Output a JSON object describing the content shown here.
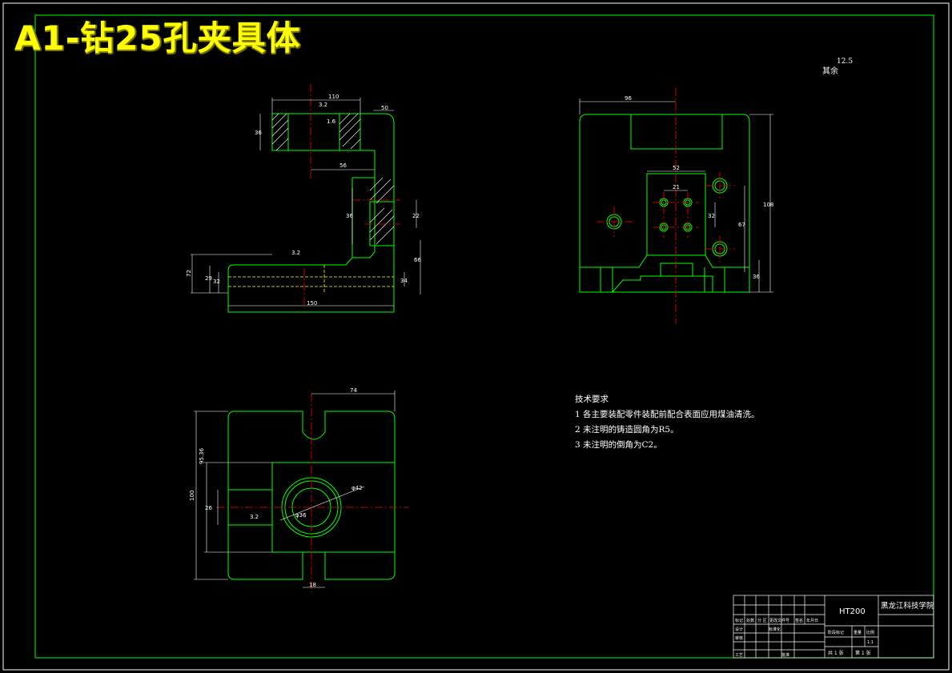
{
  "title": "A1-钻25孔夹具体",
  "roughness": {
    "label": "其余",
    "value": "12.5"
  },
  "tech_requirements": {
    "heading": "技术要求",
    "items": [
      "1 各主要装配零件装配前配合表面应用煤油清洗。",
      "2 未注明的铸造圆角为R5。",
      "3 未注明的倒角为C2。"
    ]
  },
  "dimensions": {
    "front": {
      "top_width": "110",
      "top_right": "50",
      "mid_width": "56",
      "bottom_width": "150",
      "left_h": "72",
      "right_h": "66",
      "small_a": "29",
      "small_b": "32",
      "small_c": "34",
      "hole_l": "36",
      "hole_r": "22",
      "rough_a": "3.2",
      "rough_b": "1.6",
      "rough_c": "3.2"
    },
    "side": {
      "top_width": "96",
      "inner_width": "52",
      "hole_spacing": "21",
      "right_h1": "32",
      "right_h2": "67",
      "total_h": "108",
      "bottom_h": "36"
    },
    "top": {
      "top_width": "74",
      "left_h1": "95.36",
      "left_h2": "100",
      "small_w": "26",
      "slot_w": "18",
      "dia_a": "φ42",
      "dia_b": "φ36",
      "rough": "3.2"
    }
  },
  "title_block": {
    "material": "HT200",
    "school": "黑龙江科技学院",
    "rows": [
      "标记",
      "处数",
      "分 区",
      "更改文件号",
      "签名",
      "年月日",
      "设计",
      "标准化",
      "审核",
      "工艺",
      "批准"
    ],
    "stage_label": "阶段标记",
    "weight_label": "重量",
    "scale_label": "比例",
    "scale": "1:1",
    "sheets": "共 1 张",
    "sheet_no": "第 1 张"
  },
  "colors": {
    "frame": "#00ff00",
    "line": "#ffffff",
    "center": "#ff0000",
    "hidden": "#ffff00",
    "title": "#ffff00",
    "hole": "#00ff00"
  }
}
